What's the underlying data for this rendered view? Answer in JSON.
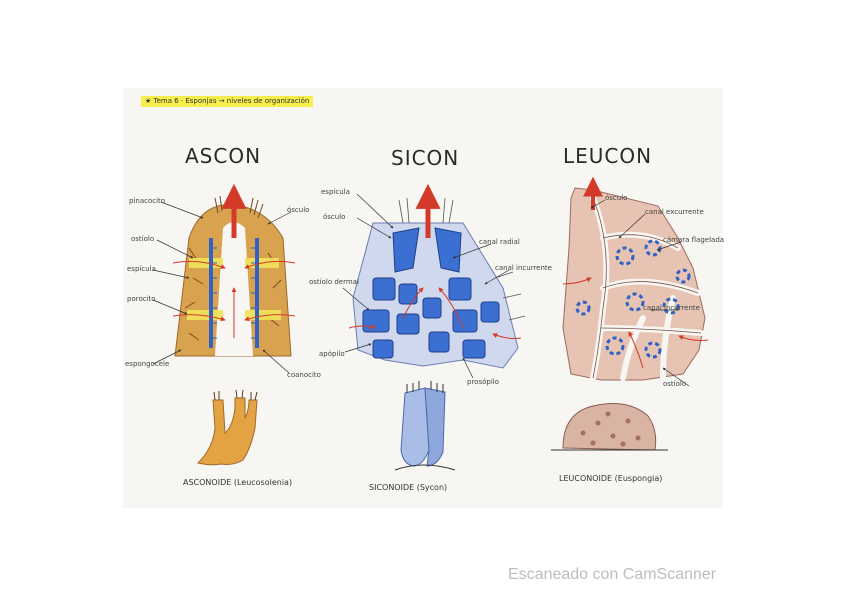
{
  "header_note": "★ Tema 6 · Esponjas → niveles de organización",
  "columns": [
    {
      "title": "ASCON",
      "caption": "ASCONOIDE (Leucosolenia)",
      "labels": [
        "pinacocito",
        "ósculo",
        "ostíolo",
        "espícula",
        "porocito",
        "espongocele",
        "coanocito"
      ]
    },
    {
      "title": "SICON",
      "caption": "SICONOIDE (Sycon)",
      "labels": [
        "espícula",
        "ósculo",
        "canal radial",
        "canal incurrente",
        "ostíolo dermal",
        "apópilo",
        "prosópilo"
      ]
    },
    {
      "title": "LEUCON",
      "caption": "LEUCONOIDE (Euspongia)",
      "labels": [
        "ósculo",
        "canal excurrente",
        "cámara flagelada",
        "canal incurrente",
        "ostíolo"
      ]
    }
  ],
  "watermark": "Escaneado con CamScanner",
  "colors": {
    "sheet": "#f7f6f2",
    "body_orange": "#d9a24e",
    "choanocyte_blue": "#2f62c4",
    "arrow_red": "#d43a2a",
    "porocyte_yellow": "#efe35a",
    "leucon_pink": "#e6c3b3"
  }
}
